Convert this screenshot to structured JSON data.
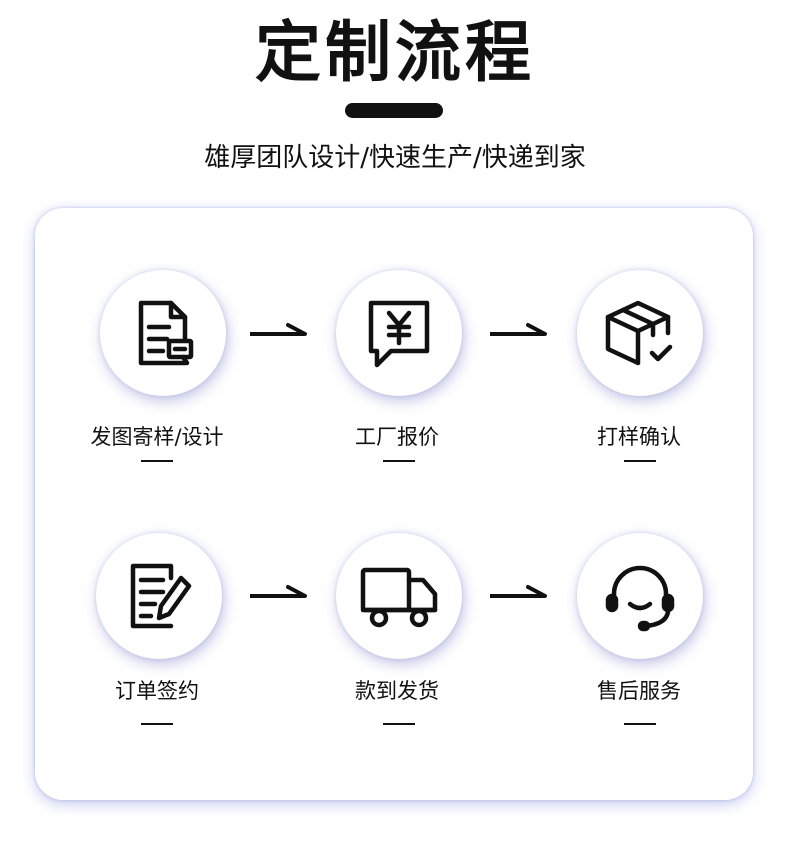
{
  "page": {
    "title": "定制流程",
    "subtitle": "雄厚团队设计/快速生产/快递到家"
  },
  "steps": [
    {
      "label": "发图寄样/设计",
      "icon": "document-chat-icon"
    },
    {
      "label": "工厂报价",
      "icon": "yuan-quote-icon"
    },
    {
      "label": "打样确认",
      "icon": "box-check-icon"
    },
    {
      "label": "订单签约",
      "icon": "contract-pen-icon"
    },
    {
      "label": "款到发货",
      "icon": "delivery-truck-icon"
    },
    {
      "label": "售后服务",
      "icon": "headset-icon"
    }
  ],
  "colors": {
    "text": "#111111",
    "shadow": "#a0a5d7",
    "background": "#ffffff"
  }
}
